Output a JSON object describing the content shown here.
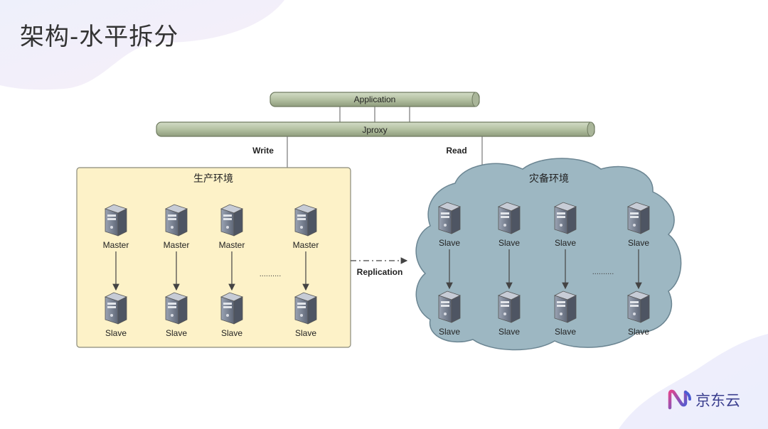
{
  "title": "架构-水平拆分",
  "bars": {
    "application": "Application",
    "jproxy": "Jproxy"
  },
  "edges": {
    "write": "Write",
    "read": "Read",
    "replication": "Replication"
  },
  "production": {
    "label": "生产环境",
    "top_labels": [
      "Master",
      "Master",
      "Master",
      "Master"
    ],
    "bottom_labels": [
      "Slave",
      "Slave",
      "Slave",
      "Slave"
    ]
  },
  "disaster": {
    "label": "灾备环境",
    "top_labels": [
      "Slave",
      "Slave",
      "Slave",
      "Slave"
    ],
    "bottom_labels": [
      "Slave",
      "Slave",
      "Slave",
      "Slave"
    ]
  },
  "ellipsis": "..........",
  "brand": {
    "name": "京东云"
  },
  "colors": {
    "bar": "#b7c4a6",
    "production_fill": "#fdf2c8",
    "cloud_fill": "#9db7c2",
    "brand": "#3b3f8f"
  }
}
